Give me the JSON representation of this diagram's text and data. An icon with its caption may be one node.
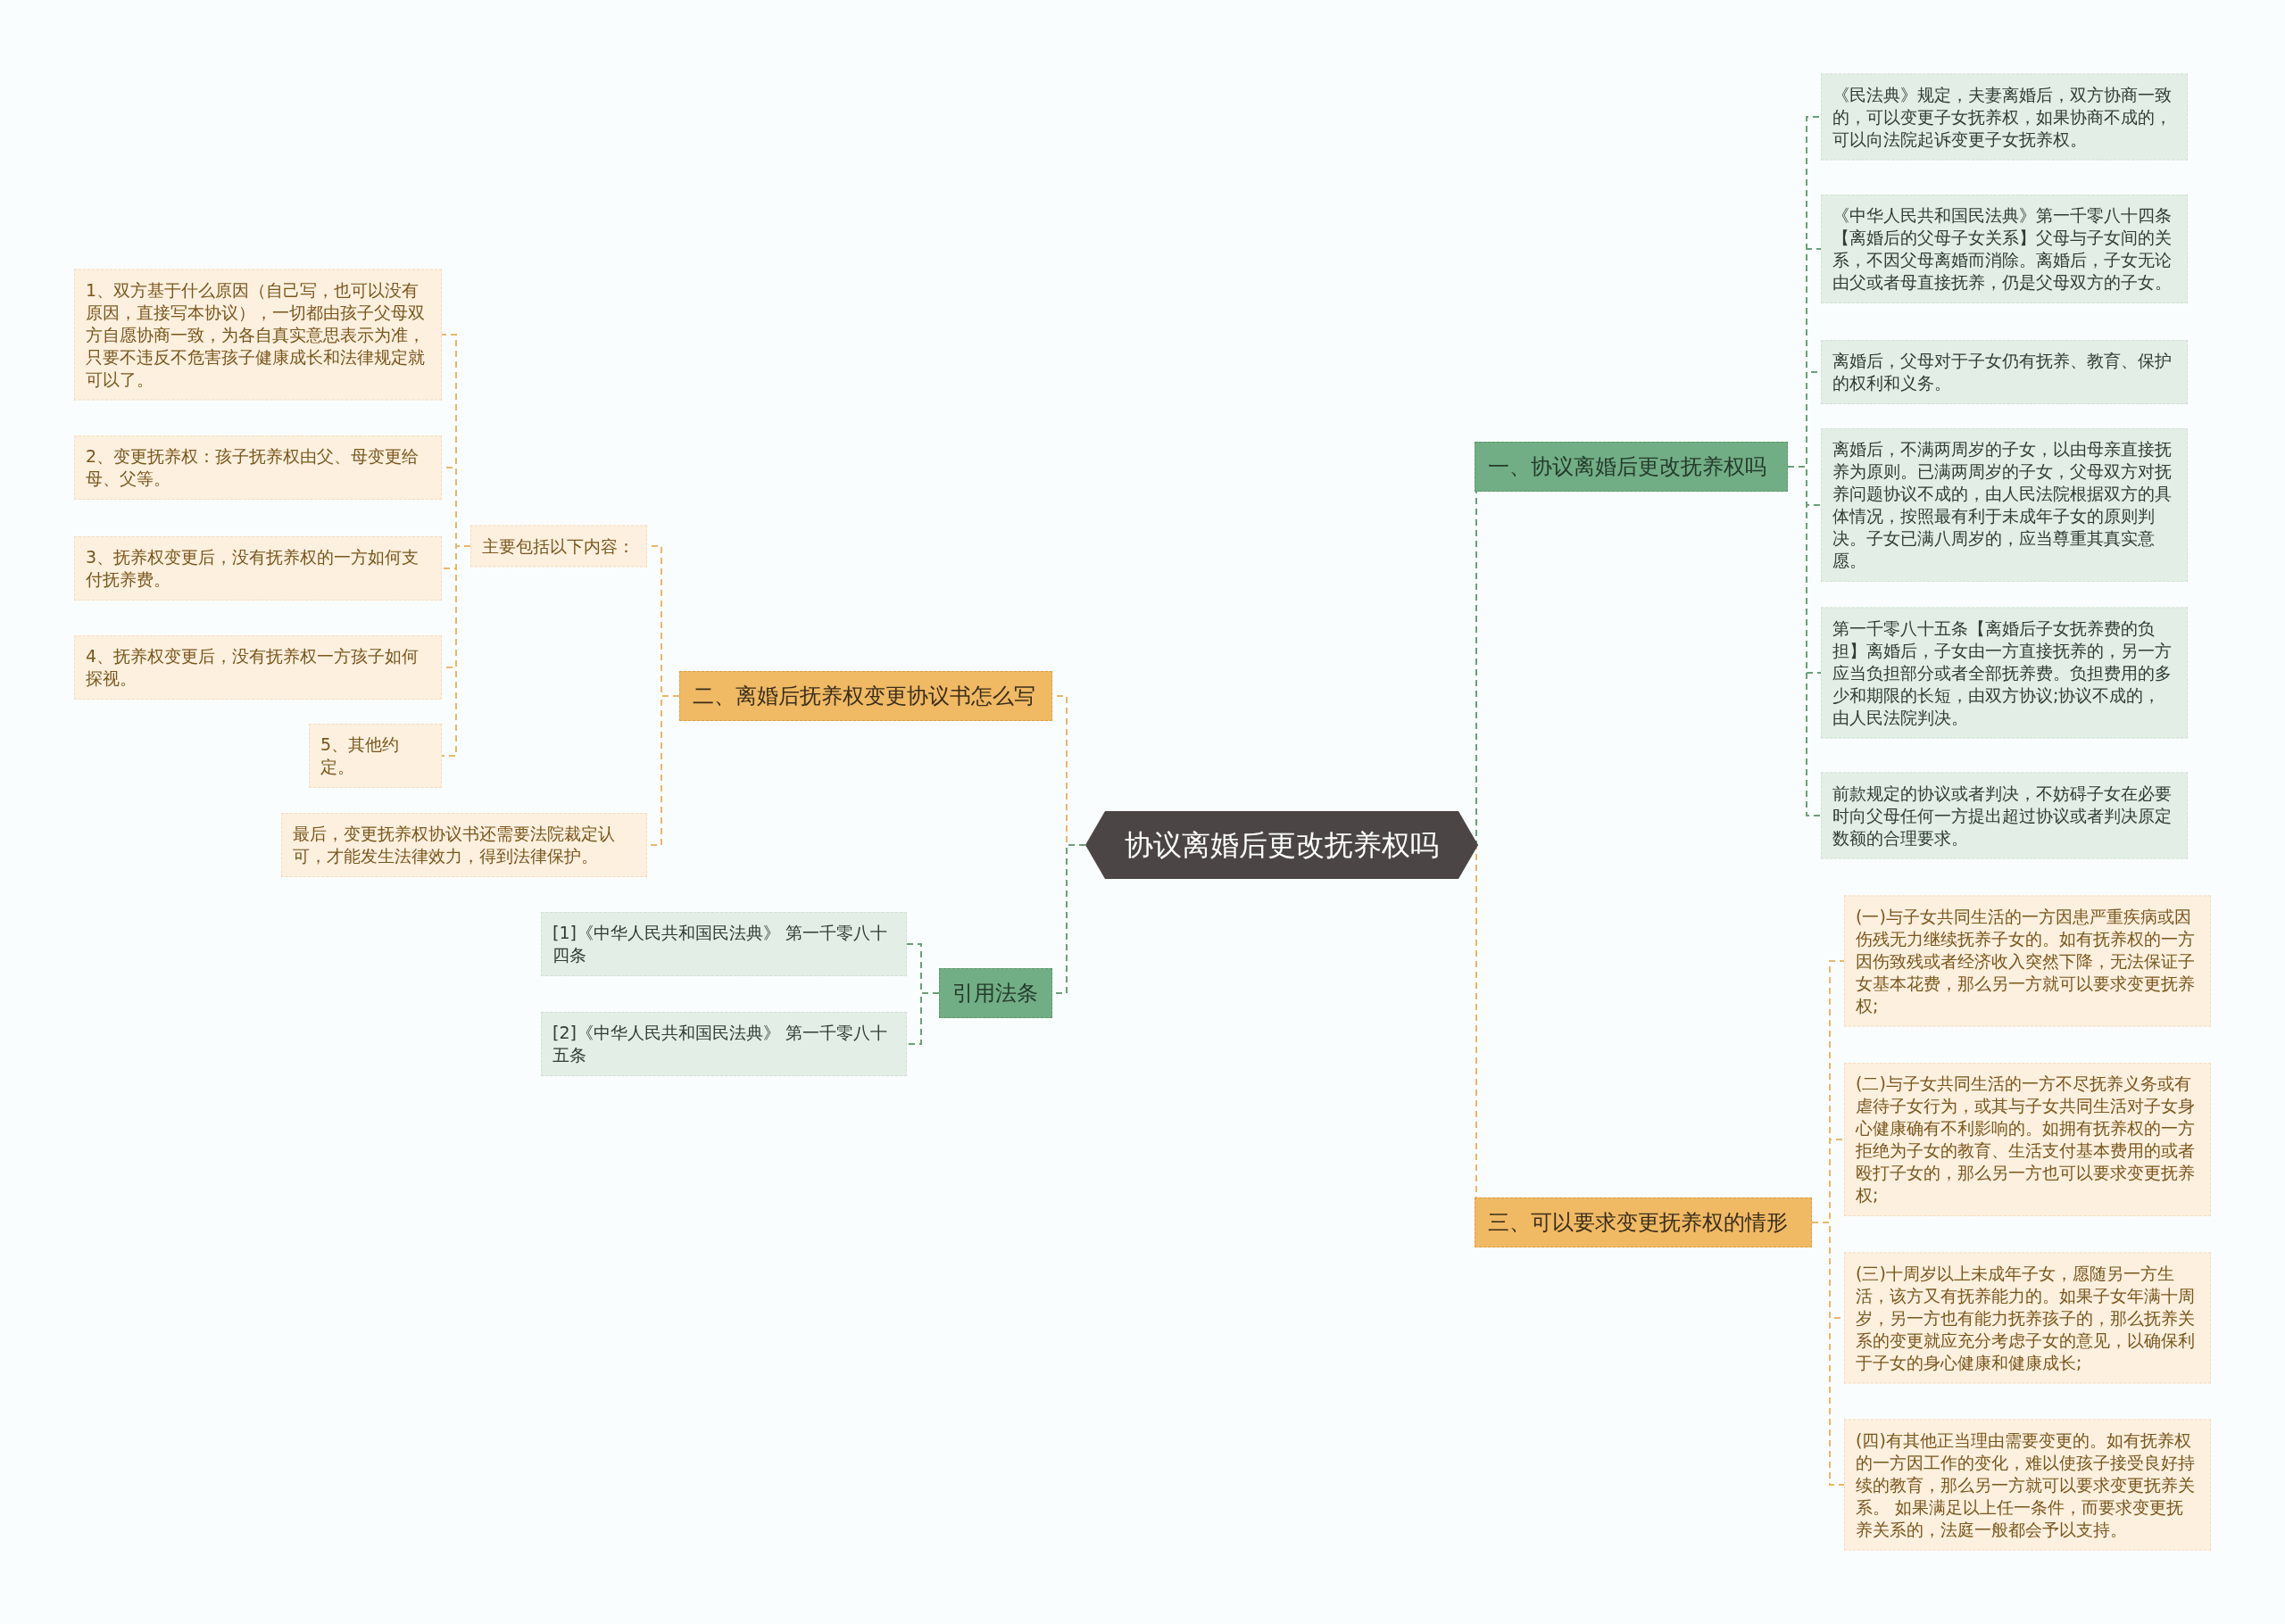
{
  "diagram": {
    "nodes": [
      {
        "text": [
          "协议离婚后更改抚养权吗"
        ]
      },
      {
        "text": [
          "一、协议离婚后更改抚养权吗"
        ]
      },
      {
        "text": [
          "《民法典》规定，夫妻离婚后，双方协商一致的，可以变更子女抚养权，如果协商不成的，可以向法院起诉变更子女抚养权。"
        ]
      },
      {
        "text": [
          "《中华人民共和国民法典》第一千零八十四条【离婚后的父母子女关系】父母与子女间的关系，不因父母离婚而消除。离婚后，子女无论由父或者母直接抚养，仍是父母双方的子女。"
        ]
      },
      {
        "text": [
          "离婚后，父母对于子女仍有抚养、教育、保护的权利和义务。"
        ]
      },
      {
        "text": [
          "离婚后，不满两周岁的子女，以由母亲直接抚养为原则。已满两周岁的子女，父母双方对抚养问题协议不成的，由人民法院根据双方的具体情况，按照最有利于未成年子女的原则判决。子女已满八周岁的，应当尊重其真实意愿。"
        ]
      },
      {
        "text": [
          "第一千零八十五条【离婚后子女抚养费的负担】离婚后，子女由一方直接抚养的，另一方应当负担部分或者全部抚养费。负担费用的多少和期限的长短，由双方协议;协议不成的，由人民法院判决。"
        ]
      },
      {
        "text": [
          "前款规定的协议或者判决，不妨碍子女在必要时向父母任何一方提出超过协议或者判决原定数额的合理要求。"
        ]
      },
      {
        "text": [
          "二、离婚后抚养权变更协议书怎么写"
        ]
      },
      {
        "text": [
          "主要包括以下内容："
        ]
      },
      {
        "text": [
          "1、双方基于什么原因（自己写，也可以没有原因，直接写本协议），一切都由孩子父母双方自愿协商一致，为各自真实意思表示为准，只要不违反不危害孩子健康成长和法律规定就可以了。"
        ]
      },
      {
        "text": [
          "2、变更抚养权：孩子抚养权由父、母变更给母、父等。"
        ]
      },
      {
        "text": [
          "3、抚养权变更后，没有抚养权的一方如何支付抚养费。"
        ]
      },
      {
        "text": [
          "4、抚养权变更后，没有抚养权一方孩子如何探视。"
        ]
      },
      {
        "text": [
          "5、其他约定。"
        ]
      },
      {
        "text": [
          "最后，变更抚养权协议书还需要法院裁定认可，才能发生法律效力，得到法律保护。"
        ]
      },
      {
        "text": [
          "引用法条"
        ]
      },
      {
        "text": [
          "[1]《中华人民共和国民法典》 第一千零八十四条"
        ]
      },
      {
        "text": [
          "[2]《中华人民共和国民法典》 第一千零八十五条"
        ]
      },
      {
        "text": [
          "三、可以要求变更抚养权的情形"
        ]
      },
      {
        "text": [
          "(一)与子女共同生活的一方因患严重疾病或因伤残无力继续抚养子女的。如有抚养权的一方因伤致残或者经济收入突然下降，无法保证子女基本花费，那么另一方就可以要求变更抚养权;"
        ]
      },
      {
        "text": [
          "(二)与子女共同生活的一方不尽抚养义务或有虐待子女行为，或其与子女共同生活对子女身心健康确有不利影响的。如拥有抚养权的一方拒绝为子女的教育、生活支付基本费用的或者殴打子女的，那么另一方也可以要求变更抚养权;"
        ]
      },
      {
        "text": [
          "(三)十周岁以上未成年子女，愿随另一方生活，该方又有抚养能力的。如果子女年满十周岁，另一方也有能力抚养孩子的，那么抚养关系的变更就应充分考虑子女的意见，以确保利于子女的身心健康和健康成长;"
        ]
      },
      {
        "text": [
          "(四)有其他正当理由需要变更的。如有抚养权的一方因工作的变化，难以使孩子接受良好持续的教育，那么另一方就可以要求变更抚养关系。 如果满足以上任一条件，而要求变更抚养关系的，法庭一般都会予以支持。"
        ]
      }
    ],
    "edges": [
      {
        "from": 0,
        "to": 1,
        "arrow": "none",
        "style": "dashed",
        "color": "#6a9f7a"
      },
      {
        "from": 1,
        "to": 2,
        "arrow": "none",
        "style": "dashed",
        "color": "#6a9f7a"
      },
      {
        "from": 1,
        "to": 3,
        "arrow": "none",
        "style": "dashed",
        "color": "#6a9f7a"
      },
      {
        "from": 1,
        "to": 4,
        "arrow": "none",
        "style": "dashed",
        "color": "#6a9f7a"
      },
      {
        "from": 1,
        "to": 5,
        "arrow": "none",
        "style": "dashed",
        "color": "#6a9f7a"
      },
      {
        "from": 1,
        "to": 6,
        "arrow": "none",
        "style": "dashed",
        "color": "#6a9f7a"
      },
      {
        "from": 1,
        "to": 7,
        "arrow": "none",
        "style": "dashed",
        "color": "#6a9f7a"
      },
      {
        "from": 0,
        "to": 8,
        "arrow": "none",
        "style": "dashed"
      },
      {
        "from": 8,
        "to": 9,
        "arrow": "none",
        "style": "dashed"
      },
      {
        "from": 9,
        "to": 10,
        "arrow": "none",
        "style": "dashed"
      },
      {
        "from": 9,
        "to": 11,
        "arrow": "none",
        "style": "dashed"
      },
      {
        "from": 9,
        "to": 12,
        "arrow": "none",
        "style": "dashed"
      },
      {
        "from": 9,
        "to": 13,
        "arrow": "none",
        "style": "dashed"
      },
      {
        "from": 9,
        "to": 14,
        "arrow": "none",
        "style": "dashed"
      },
      {
        "from": 8,
        "to": 15,
        "arrow": "none",
        "style": "dashed"
      },
      {
        "from": 0,
        "to": 16,
        "arrow": "none",
        "style": "dashed",
        "color": "#6a9f7a"
      },
      {
        "from": 16,
        "to": 17,
        "arrow": "none",
        "style": "dashed",
        "color": "#6a9f7a"
      },
      {
        "from": 16,
        "to": 18,
        "arrow": "none",
        "style": "dashed",
        "color": "#6a9f7a"
      },
      {
        "from": 0,
        "to": 19,
        "arrow": "none",
        "style": "dashed"
      },
      {
        "from": 19,
        "to": 20,
        "arrow": "none",
        "style": "dashed"
      },
      {
        "from": 19,
        "to": 21,
        "arrow": "none",
        "style": "dashed"
      },
      {
        "from": 19,
        "to": 22,
        "arrow": "none",
        "style": "dashed"
      },
      {
        "from": 19,
        "to": 23,
        "arrow": "none",
        "style": "dashed"
      }
    ]
  }
}
